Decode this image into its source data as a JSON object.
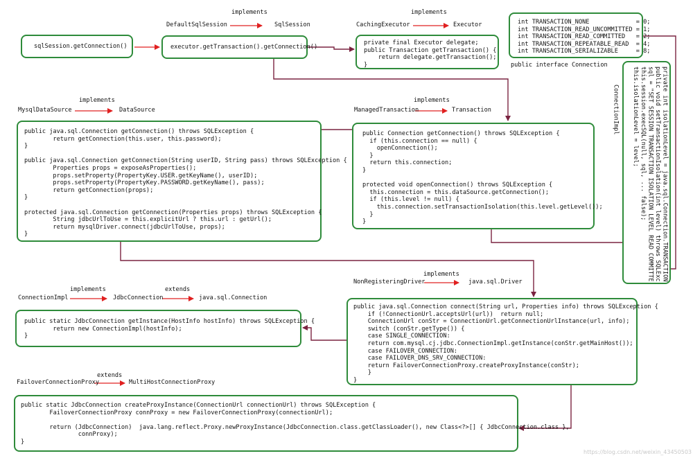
{
  "top": {
    "implements1": "implements",
    "default_sql_session": "DefaultSqlSession",
    "sql_session": "SqlSession",
    "implements2": "implements",
    "caching_executor": "CachingExecutor",
    "executor": "Executor"
  },
  "boxes": {
    "sqlsession_get_connection": "sqlSession.getConnection()",
    "executor_get_transaction": "executor.getTransaction().getConnection()",
    "caching_executor_code": "private final Executor delegate;\npublic Transaction getTransaction() {\n    return delegate.getTransaction();\n}",
    "transaction_constants": "int TRANSACTION_NONE             = 0;\nint TRANSACTION_READ_UNCOMMITTED = 1;\nint TRANSACTION_READ_COMMITTED   = 2;\nint TRANSACTION_REPEATABLE_READ  = 4;\nint TRANSACTION_SERIALIZABLE     = 8;",
    "public_interface_connection": "public interface Connection",
    "connectionimpl_vertical_label": "ConnectionImpl",
    "connectionimpl_code": "private int isolationLevel = java.sql.Connection.TRANSACTION_READ_COMMITTED;\npublic void setTransactionIsolation(int level) throws SQLException\nsql = \"SET SESSION TRANSACTION ISOLATION LEVEL READ COMMITTED\";\nthis.session.execSQL(null, sql, ... false);\nthis.isolationLevel = level;",
    "managed_transaction_code": "public Connection getConnection() throws SQLException {\n  if (this.connection == null) {\n    openConnection();\n  }\n  return this.connection;\n}\n\nprotected void openConnection() throws SQLException {\n  this.connection = this.dataSource.getConnection();\n  if (this.level != null) {\n    this.connection.setTransactionIsolation(this.level.getLevel());\n  }\n}",
    "mysql_datasource_code": "public java.sql.Connection getConnection() throws SQLException {\n        return getConnection(this.user, this.password);\n}\n\npublic java.sql.Connection getConnection(String userID, String pass) throws SQLException {\n        Properties props = exposeAsProperties();\n        props.setProperty(PropertyKey.USER.getKeyName(), userID);\n        props.setProperty(PropertyKey.PASSWORD.getKeyName(), pass);\n        return getConnection(props);\n}\n\nprotected java.sql.Connection getConnection(Properties props) throws SQLException {\n        String jdbcUrlToUse = this.explicitUrl ? this.url : getUrl();\n        return mysqlDriver.connect(jdbcUrlToUse, props);\n}",
    "driver_connect_code": "public java.sql.Connection connect(String url, Properties info) throws SQLException {\n    if (!ConnectionUrl.acceptsUrl(url))  return null;\n    ConnectionUrl conStr = ConnectionUrl.getConnectionUrlInstance(url, info);\n    switch (conStr.getType()) {\n    case SINGLE_CONNECTION:\n    return com.mysql.cj.jdbc.ConnectionImpl.getInstance(conStr.getMainHost());\n    case FAILOVER_CONNECTION:\n    case FAILOVER_DNS_SRV_CONNECTION:\n    return FailoverConnectionProxy.createProxyInstance(conStr);\n    }\n}",
    "connectionimpl_get_instance_code": "public static JdbcConnection getInstance(HostInfo hostInfo) throws SQLException {\n        return new ConnectionImpl(hostInfo);\n}",
    "failover_proxy_code": "public static JdbcConnection createProxyInstance(ConnectionUrl connectionUrl) throws SQLException {\n        FailoverConnectionProxy connProxy = new FailoverConnectionProxy(connectionUrl);\n\n        return (JdbcConnection)  java.lang.reflect.Proxy.newProxyInstance(JdbcConnection.class.getClassLoader(), new Class<?>[] { JdbcConnection.class },\n                connProxy);\n}"
  },
  "labels": {
    "implements_mysql": "implements",
    "mysql_datasource": "MysqlDataSource",
    "datasource": "DataSource",
    "implements_managed": "implements",
    "managed_transaction": "ManagedTransaction",
    "transaction": "Transaction",
    "implements_driver": "implements",
    "non_registering_driver": "NonRegisteringDriver",
    "java_sql_driver": "java.sql.Driver",
    "implements_connimpl": "implements",
    "extends_connimpl": "extends",
    "connection_impl": "ConnectionImpl",
    "jdbc_connection": "JdbcConnection",
    "java_sql_connection": "java.sql.Connection",
    "extends_failover": "extends",
    "failover_connection_proxy": "FailoverConnectionProxy",
    "multihost_connection_proxy": "MultiHostConnectionProxy"
  },
  "watermark": "https://blog.csdn.net/weixin_43450503",
  "colors": {
    "box_border": "#2e8b3a",
    "flow_arrow": "#7a2340",
    "relation_arrow": "#e02020",
    "inner_arrow": "#2e8b3a"
  }
}
